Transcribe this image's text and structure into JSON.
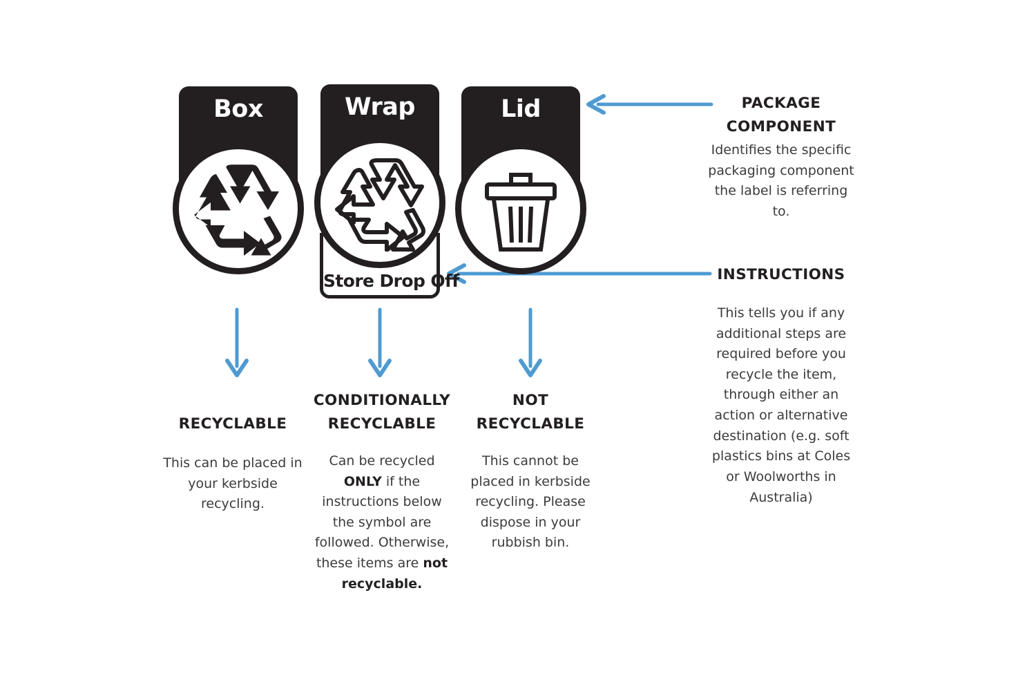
{
  "theme": {
    "background": "#ffffff",
    "ink": "#231f20",
    "body_text": "#3b3b3b",
    "arrow_blue": "#4f9bd1"
  },
  "badges": [
    {
      "id": "box",
      "title": "Box",
      "symbol": "recycle-solid-icon",
      "sublabel": null
    },
    {
      "id": "wrap",
      "title": "Wrap",
      "symbol": "recycle-outline-icon",
      "sublabel": "Store Drop Off"
    },
    {
      "id": "lid",
      "title": "Lid",
      "symbol": "rubbish-bin-icon",
      "sublabel": null
    }
  ],
  "callouts": [
    {
      "id": "package-component",
      "heading": "PACKAGE COMPONENT",
      "body": "Identifies the specific packaging component the label is referring to."
    },
    {
      "id": "instructions",
      "heading": "INSTRUCTIONS",
      "body": "This tells you if any additional steps are required before you recycle the item, through either an action or alternative destination (e.g. soft plastics bins at Coles or Woolworths in Australia)"
    }
  ],
  "columns": [
    {
      "id": "recyclable",
      "heading": "RECYCLABLE",
      "body_parts": [
        {
          "text": "This can be placed in your kerbside recycling.",
          "bold": false
        }
      ]
    },
    {
      "id": "conditionally-recyclable",
      "heading": "CONDITIONALLY RECYCLABLE",
      "body_parts": [
        {
          "text": "Can be recycled ",
          "bold": false
        },
        {
          "text": "ONLY",
          "bold": true
        },
        {
          "text": " if the instructions below the symbol are followed. Otherwise, these items are ",
          "bold": false
        },
        {
          "text": "not recyclable.",
          "bold": true
        }
      ]
    },
    {
      "id": "not-recyclable",
      "heading": "NOT RECYCLABLE",
      "body_parts": [
        {
          "text": "This cannot be placed in kerbside recycling. Please dispose in your rubbish bin.",
          "bold": false
        }
      ]
    }
  ],
  "arrows": [
    {
      "id": "arrow-to-package-component",
      "direction": "left"
    },
    {
      "id": "arrow-to-instructions",
      "direction": "left"
    },
    {
      "id": "arrow-down-box",
      "direction": "down"
    },
    {
      "id": "arrow-down-wrap",
      "direction": "down"
    },
    {
      "id": "arrow-down-lid",
      "direction": "down"
    }
  ]
}
